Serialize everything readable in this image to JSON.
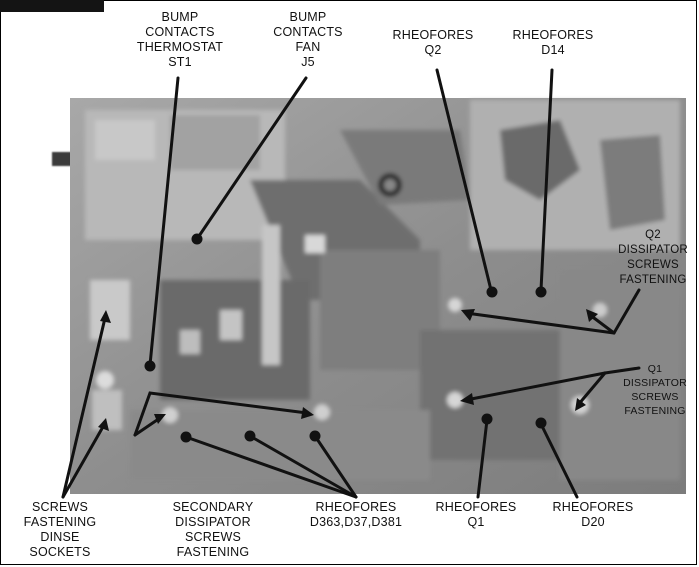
{
  "labels": {
    "bump_thermostat": [
      "BUMP",
      "CONTACTS",
      "THERMOSTAT",
      "ST1"
    ],
    "bump_fan": [
      "BUMP",
      "CONTACTS",
      "FAN",
      "J5"
    ],
    "rheofores_q2": [
      "RHEOFORES",
      "Q2"
    ],
    "rheofores_d14": [
      "RHEOFORES",
      "D14"
    ],
    "q2_dissipator": [
      "Q2",
      "DISSIPATOR",
      "SCREWS",
      "FASTENING"
    ],
    "q1_dissipator": [
      "Q1",
      "DISSIPATOR",
      "SCREWS",
      "FASTENING"
    ],
    "screws_dinse": [
      "SCREWS",
      "FASTENING",
      "DINSE",
      "SOCKETS"
    ],
    "secondary_dissipator": [
      "SECONDARY",
      "DISSIPATOR",
      "SCREWS",
      "FASTENING"
    ],
    "rheofores_d363": [
      "RHEOFORES",
      "D363,D37,D381"
    ],
    "rheofores_q1": [
      "RHEOFORES",
      "Q1"
    ],
    "rheofores_d20": [
      "RHEOFORES",
      "D20"
    ]
  },
  "colors": {
    "board_base": "#8f8f8f",
    "board_dark": "#5e5e5e",
    "board_light": "#b5b5b5",
    "leader": "#111111"
  }
}
